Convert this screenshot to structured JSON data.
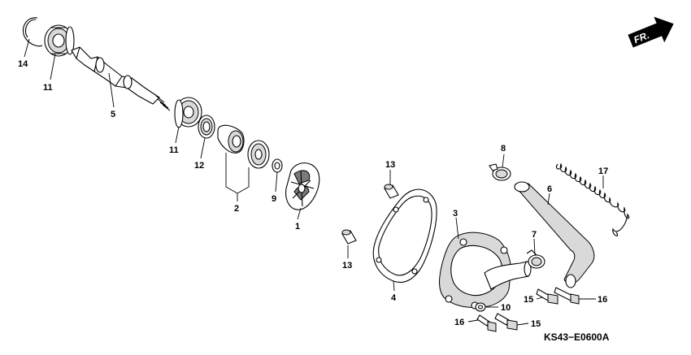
{
  "callouts": {
    "c14": "14",
    "c11a": "11",
    "c5": "5",
    "c11b": "11",
    "c12": "12",
    "c2": "2",
    "c9": "9",
    "c1": "1",
    "c13a": "13",
    "c13b": "13",
    "c4": "4",
    "c3": "3",
    "c8": "8",
    "c6": "6",
    "c7": "7",
    "c17": "17",
    "c15a": "15",
    "c16a": "16",
    "c10": "10",
    "c16b": "16",
    "c15b": "15"
  },
  "front_marker": "FR.",
  "diagram_code": "KS43−E0600A"
}
